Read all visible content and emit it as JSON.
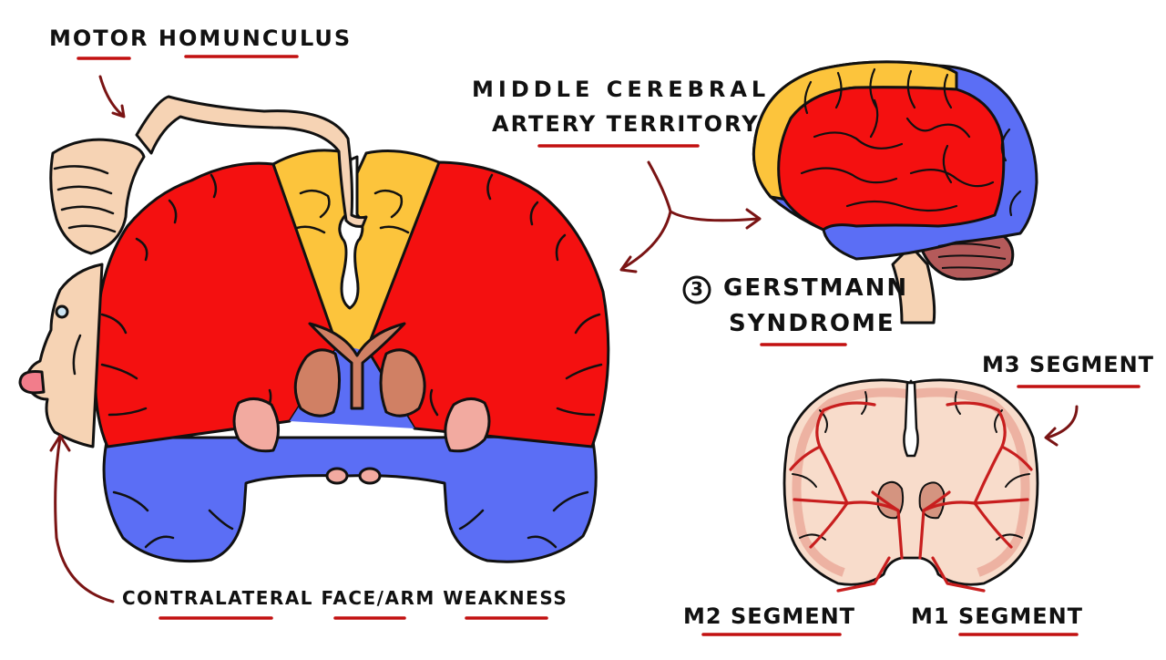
{
  "labels": {
    "motor_homunculus": "MOTOR HOMUNCULUS",
    "mca_line1": "MIDDLE CEREBRAL",
    "mca_line2": "ARTERY TERRITORY",
    "gerstmann_number": "3",
    "gerstmann_line1": "GERSTMANN",
    "gerstmann_line2": "SYNDROME",
    "m3_segment": "M3 SEGMENT",
    "m2_segment": "M2 SEGMENT",
    "m1_segment": "M1 SEGMENT",
    "weakness": "CONTRALATERAL FACE/ARM WEAKNESS"
  },
  "colors": {
    "mca_territory": "#f41010",
    "aca_territory": "#fcc43c",
    "pca_territory": "#5b6ef5",
    "deep_nuclei": "#d08064",
    "capsule": "#f2aaa0",
    "skin": "#f6d3b4",
    "vessel": "#c81e1e",
    "tissue": "#f8dccb",
    "underline": "#c21010",
    "arrow": "#7a1414"
  }
}
